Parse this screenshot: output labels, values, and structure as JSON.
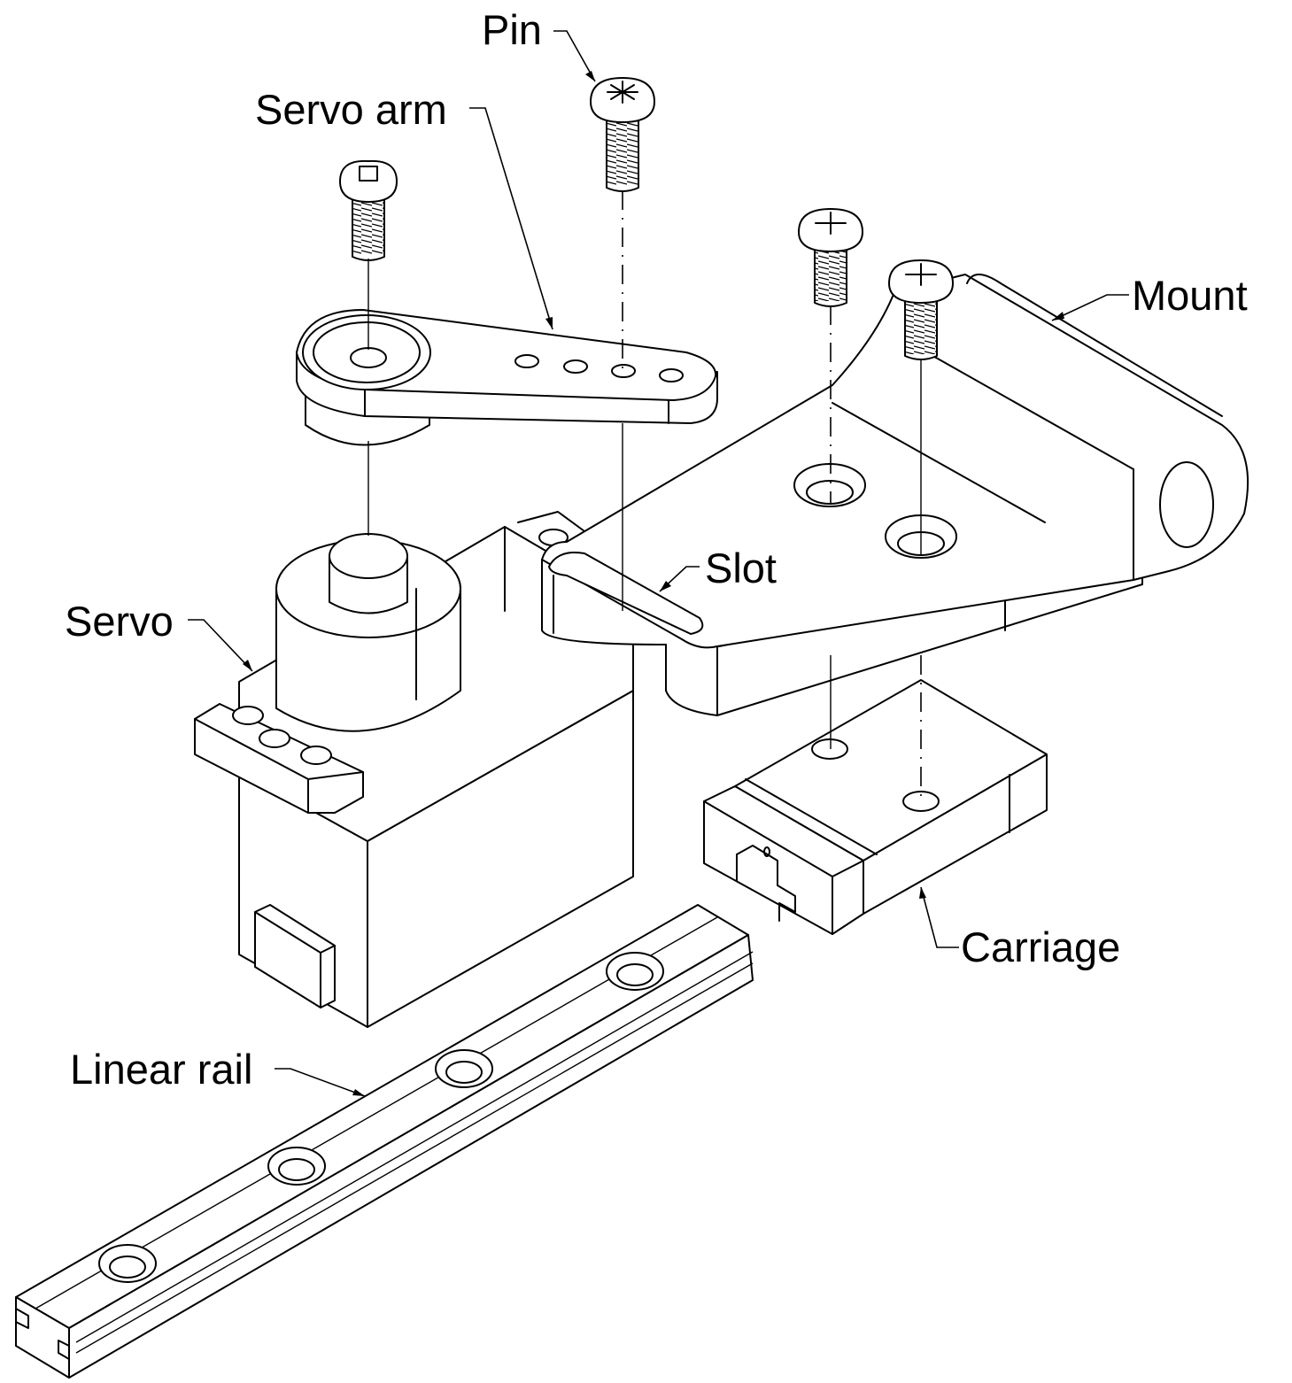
{
  "labels": {
    "pin": "Pin",
    "servo_arm": "Servo arm",
    "mount": "Mount",
    "slot": "Slot",
    "servo": "Servo",
    "carriage": "Carriage",
    "linear_rail": "Linear rail"
  },
  "colors": {
    "line": "#000000",
    "background": "#ffffff"
  },
  "icons": {
    "screw": "pan-head-screw-icon"
  }
}
